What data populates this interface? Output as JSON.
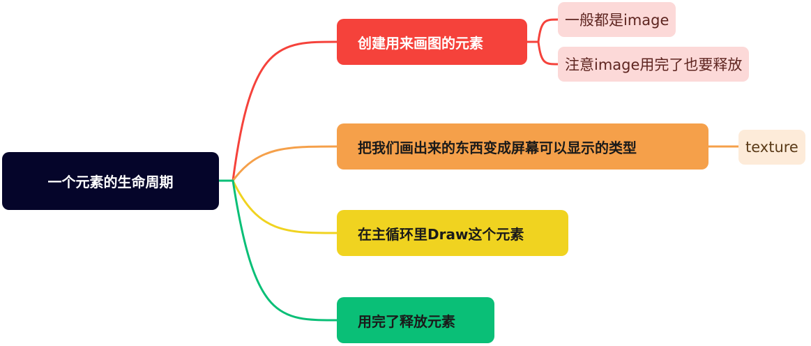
{
  "root": {
    "label": "一个元素的生命周期",
    "color": "#05052a"
  },
  "branches": [
    {
      "label": "创建用来画图的元素",
      "color": "#f5423b",
      "children": [
        "一般都是image",
        "注意image用完了也要释放"
      ]
    },
    {
      "label": "把我们画出来的东西变成屏幕可以显示的类型",
      "color": "#f5a04a",
      "children": [
        "texture"
      ]
    },
    {
      "label": "在主循环里Draw这个元素",
      "color": "#f0d320",
      "children": []
    },
    {
      "label": "用完了释放元素",
      "color": "#0abf77",
      "children": []
    }
  ]
}
